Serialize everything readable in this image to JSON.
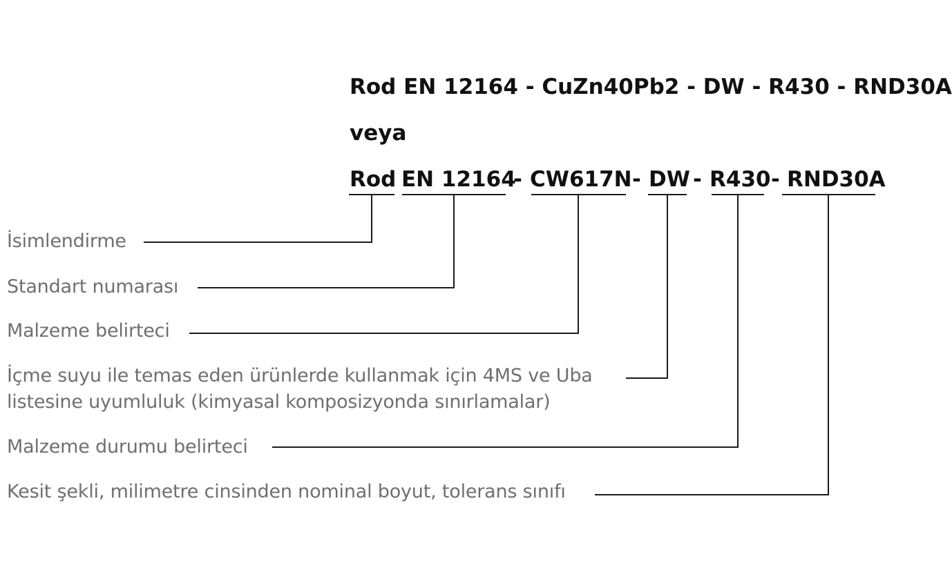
{
  "designation": {
    "alt_line": "Rod EN 12164 - CuZn40Pb2 - DW - R430 - RND30A",
    "or_word": "veya",
    "segments": [
      {
        "text": "Rod"
      },
      {
        "text": "EN 12164"
      },
      {
        "text": "-"
      },
      {
        "text": "CW617N"
      },
      {
        "text": "-"
      },
      {
        "text": "DW"
      },
      {
        "text": "-"
      },
      {
        "text": "R430"
      },
      {
        "text": "-"
      },
      {
        "text": "RND30A"
      }
    ]
  },
  "labels": [
    {
      "lines": [
        "İsimlendirme"
      ]
    },
    {
      "lines": [
        "Standart numarası"
      ]
    },
    {
      "lines": [
        "Malzeme belirteci"
      ]
    },
    {
      "lines": [
        "İçme suyu ile temas eden ürünlerde kullanmak için 4MS ve Uba",
        "listesine uyumluluk (kimyasal komposizyonda sınırlamalar)"
      ]
    },
    {
      "lines": [
        "Malzeme durumu belirteci"
      ]
    },
    {
      "lines": [
        "Kesit şekli, milimetre cinsinden nominal boyut, tolerans sınıfı"
      ]
    }
  ],
  "colors": {
    "designation_text": "#111111",
    "label_text": "#6f6f6f",
    "connector_line": "#1a1a1a"
  }
}
